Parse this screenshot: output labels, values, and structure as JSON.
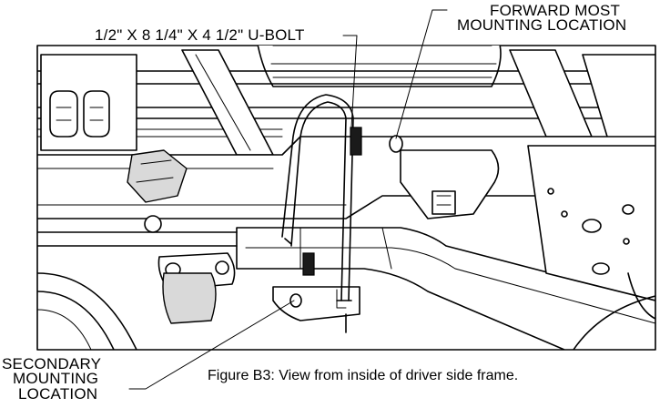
{
  "labels": {
    "u_bolt": "1/2\" X 8 1/4\" X 4 1/2\" U-BOLT",
    "forward_line1": "FORWARD MOST",
    "forward_line2": "MOUNTING LOCATION",
    "secondary_line1": "SECONDARY",
    "secondary_line2": "MOUNTING",
    "secondary_line3": "LOCATION"
  },
  "caption": "Figure B3: View from inside of driver side frame."
}
